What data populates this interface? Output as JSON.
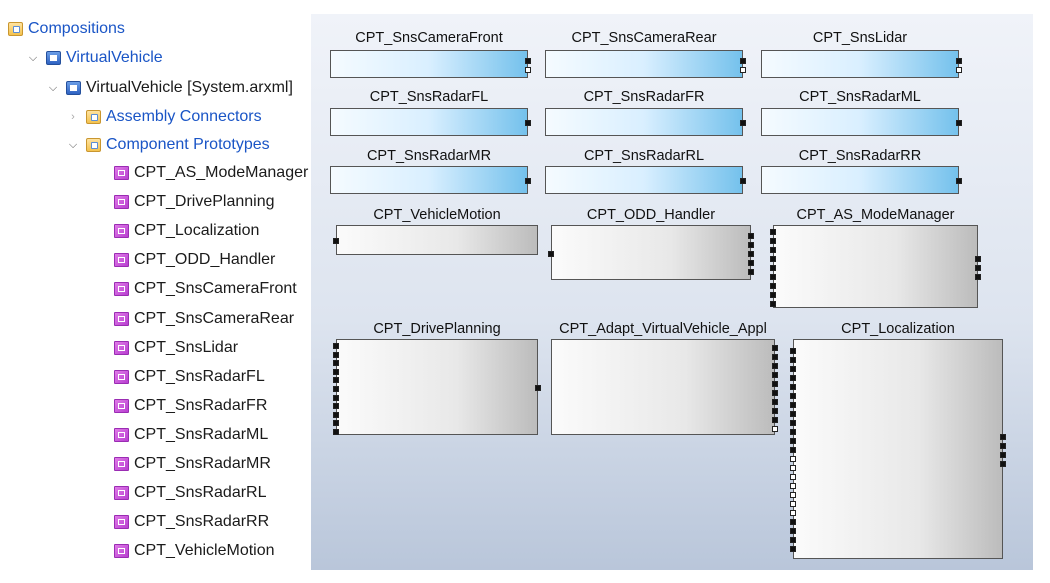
{
  "tree": {
    "root": "Compositions",
    "vehicle": "VirtualVehicle",
    "system": "VirtualVehicle [System.arxml]",
    "assembly": "Assembly Connectors",
    "prototypes": "Component Prototypes",
    "components": [
      "CPT_AS_ModeManager",
      "CPT_DrivePlanning",
      "CPT_Localization",
      "CPT_ODD_Handler",
      "CPT_SnsCameraFront",
      "CPT_SnsCameraRear",
      "CPT_SnsLidar",
      "CPT_SnsRadarFL",
      "CPT_SnsRadarFR",
      "CPT_SnsRadarML",
      "CPT_SnsRadarMR",
      "CPT_SnsRadarRL",
      "CPT_SnsRadarRR",
      "CPT_VehicleMotion"
    ],
    "icons": {
      "folder": "folder-icon",
      "system": "system-icon",
      "component": "component-icon",
      "expanded": "chevron-down-icon",
      "collapsed": "chevron-right-icon"
    }
  },
  "diagram": {
    "components": [
      "CPT_SnsCameraFront",
      "CPT_SnsCameraRear",
      "CPT_SnsLidar",
      "CPT_SnsRadarFL",
      "CPT_SnsRadarFR",
      "CPT_SnsRadarML",
      "CPT_SnsRadarMR",
      "CPT_SnsRadarRL",
      "CPT_SnsRadarRR",
      "CPT_VehicleMotion",
      "CPT_ODD_Handler",
      "CPT_AS_ModeManager",
      "CPT_DrivePlanning",
      "CPT_Adapt_VirtualVehicle_Appl",
      "CPT_Localization"
    ],
    "colors": {
      "sensor_fill": "#74c1ec",
      "gray_fill": "#bcbcbc",
      "background": "#dde4ef"
    }
  }
}
